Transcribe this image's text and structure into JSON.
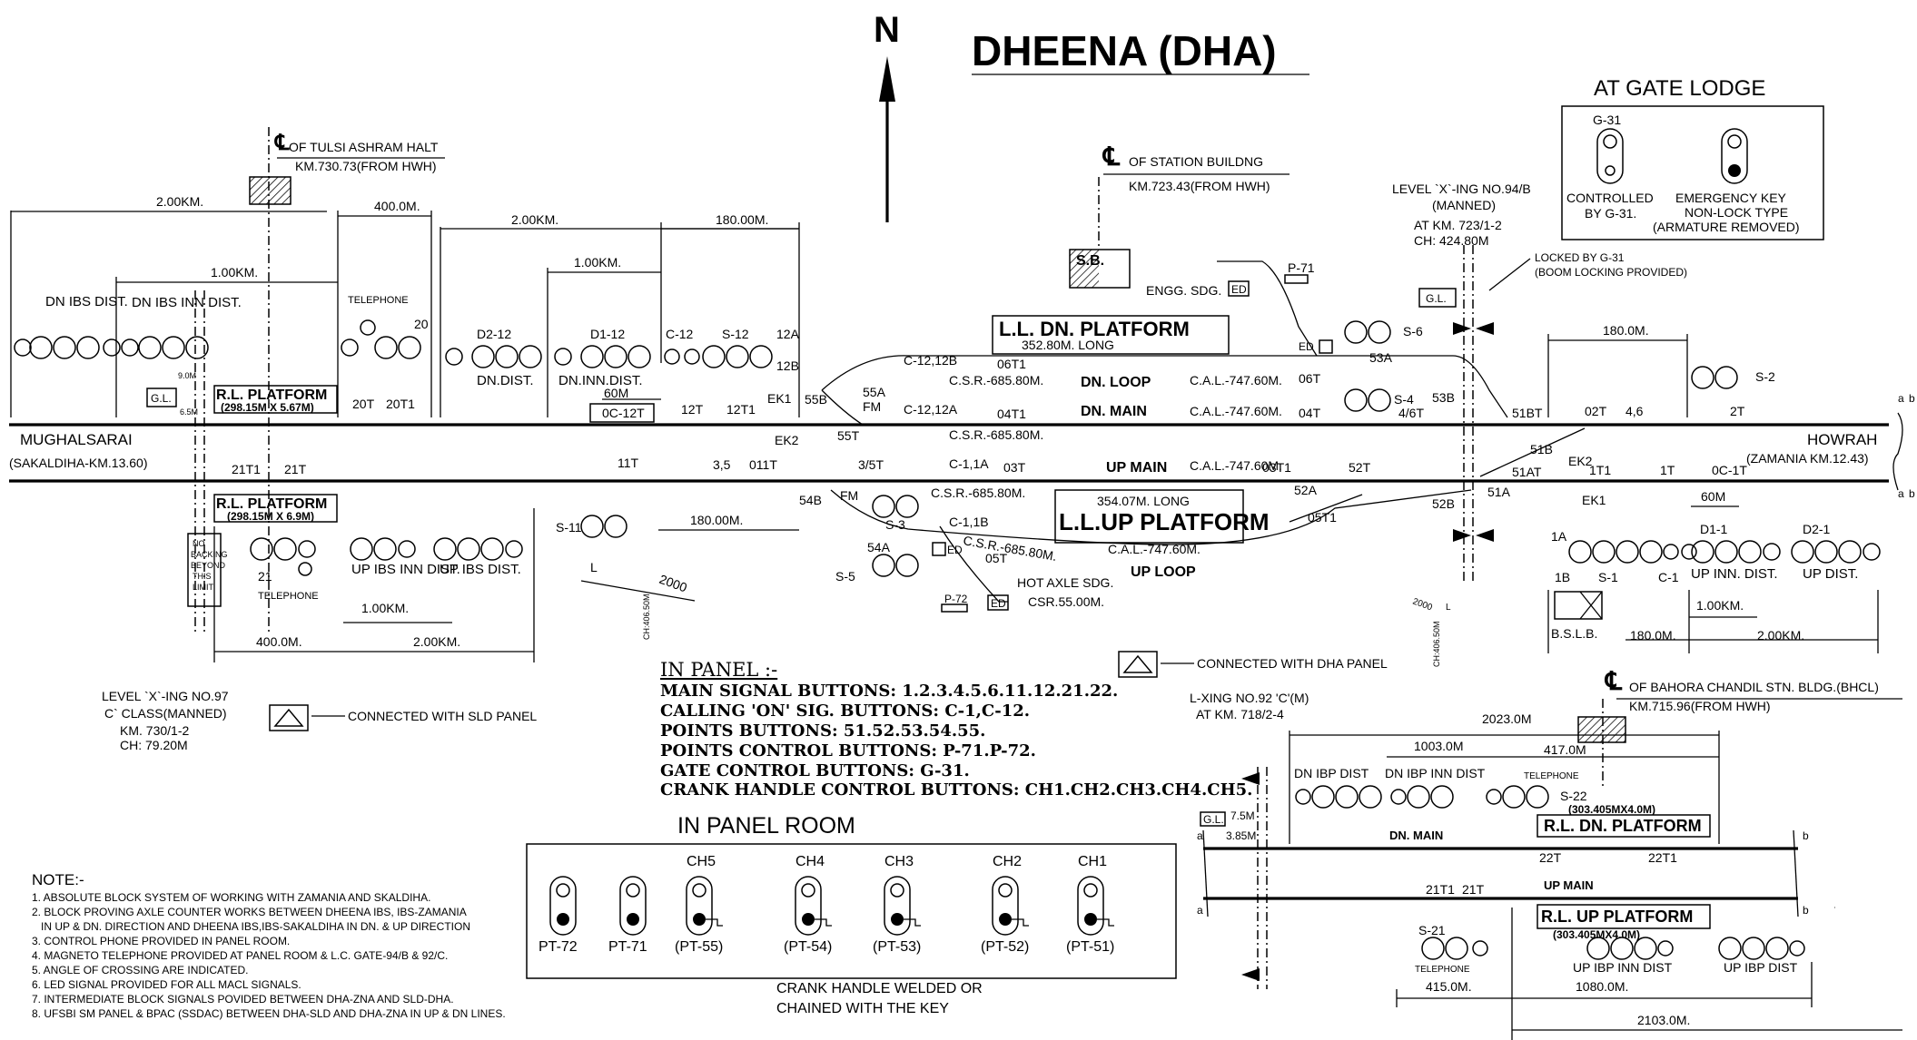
{
  "title": "DHEENA (DHA)",
  "north": "N",
  "ends": {
    "left_station": "MUGHALSARAI",
    "left_sub": "(SAKALDIHA-KM.13.60)",
    "right_station": "HOWRAH",
    "right_sub": "(ZAMANIA KM.12.43)"
  },
  "centre_lines": {
    "tulsi_name": "OF TULSI ASHRAM HALT",
    "tulsi_km": "KM.730.73(FROM HWH)",
    "station_name": "OF STATION BUILDNG",
    "station_km": "KM.723.43(FROM HWH)",
    "bahora_name": "OF BAHORA CHANDIL STN. BLDG.(BHCL)",
    "bahora_km": "KM.715.96(FROM HWH)"
  },
  "gate_lodge": {
    "heading": "AT GATE LODGE",
    "signal": "G-31",
    "left_caption_1": "CONTROLLED",
    "left_caption_2": "BY G-31.",
    "right_caption_1": "EMERGENCY KEY",
    "right_caption_2": "NON-LOCK TYPE",
    "right_caption_3": "(ARMATURE REMOVED)"
  },
  "level_crossings": {
    "lc94_1": "LEVEL `X`-ING NO.94/B",
    "lc94_2": "(MANNED)",
    "lc94_3": "AT KM. 723/1-2",
    "lc94_4": "CH: 424.80M",
    "locked_1": "LOCKED BY G-31",
    "locked_2": "(BOOM LOCKING PROVIDED)",
    "lc97_1": "LEVEL `X`-ING NO.97",
    "lc97_2": "C` CLASS(MANNED)",
    "lc97_3": "KM. 730/1-2",
    "lc97_4": "CH: 79.20M",
    "lc92_1": "L-XING NO.92 'C'(M)",
    "lc92_2": "AT KM. 718/2-4"
  },
  "connected": {
    "sld": "CONNECTED WITH SLD PANEL",
    "dha": "CONNECTED WITH DHA PANEL"
  },
  "platforms": {
    "ll_dn": "L.L. DN. PLATFORM",
    "ll_dn_len": "352.80M. LONG",
    "ll_up": "L.L.UP PLATFORM",
    "ll_up_len": "354.07M. LONG",
    "rl_top": "R.L. PLATFORM",
    "rl_top_dim": "(298.15M X 5.67M)",
    "rl_bot": "R.L. PLATFORM",
    "rl_bot_dim": "(298.15M X 6.9M)",
    "rl_dn_r": "R.L. DN. PLATFORM",
    "rl_dn_r_dim": "(303.405MX4.0M)",
    "rl_up_r": "R.L. UP PLATFORM",
    "rl_up_r_dim": "(303.405MX4.0M)"
  },
  "lines": {
    "dn_loop": "DN. LOOP",
    "dn_main": "DN. MAIN",
    "up_main": "UP MAIN",
    "up_loop": "UP LOOP",
    "cal": "C.A.L.-747.60M.",
    "csr": "C.S.R.-685.80M.",
    "engg": "ENGG. SDG.",
    "hot_axle": "HOT AXLE SDG.",
    "hot_axle_csr": "CSR.55.00M.",
    "dn_main_r": "DN. MAIN",
    "up_main_r": "UP MAIN"
  },
  "dims": {
    "d2km_a": "2.00KM.",
    "d400_a": "400.0M.",
    "d1km_a": "1.00KM.",
    "d2km_b": "2.00KM.",
    "d180_a": "180.00M.",
    "d1km_b": "1.00KM.",
    "d60_a": "60M",
    "d180_b": "180.00M.",
    "d1km_c": "1.00KM.",
    "d400_b": "400.0M.",
    "d2km_c": "2.00KM.",
    "d180_c": "180.0M.",
    "d60_b": "60M",
    "d180_d": "180.0M.",
    "d1km_d": "1.00KM.",
    "d2km_d": "2.00KM.",
    "d2023": "2023.0M",
    "d1003": "1003.0M",
    "d417": "417.0M",
    "d75": "7.5M",
    "d385": "3.85M",
    "d415": "415.0M.",
    "d1080": "1080.0M.",
    "d2103": "2103.0M.",
    "d90": "9.0M",
    "d65": "6.5M"
  },
  "distant_labels": {
    "dn_ibs_dist": "DN IBS DIST.",
    "dn_ibs_inn": "DN IBS INN DIST.",
    "dn_dist": "DN.DIST.",
    "dn_inn_dist": "DN.INN.DIST.",
    "up_ibs_inn": "UP IBS INN DIST.",
    "up_ibs_dist": "UP IBS DIST.",
    "up_inn_dist": "UP INN. DIST.",
    "up_dist": "UP DIST.",
    "dn_ibp_dist": "DN IBP DIST",
    "dn_ibp_inn": "DN IBP INN DIST",
    "up_ibp_inn": "UP IBP INN DIST",
    "up_ibp_dist": "UP IBP DIST",
    "telephone": "TELEPHONE",
    "bslb": "B.S.L.B.",
    "gl": "G.L.",
    "sb": "S.B.",
    "no_backing_1": "NO",
    "no_backing_2": "BACKING",
    "no_backing_3": "BEYOND",
    "no_backing_4": "THIS",
    "no_backing_5": "LIMIT"
  },
  "signals": {
    "d2_12": "D2-12",
    "d1_12": "D1-12",
    "c_12": "C-12",
    "s_12": "S-12",
    "s12a": "12A",
    "s12b": "12B",
    "s20": "20",
    "s21": "21",
    "s6": "S-6",
    "s4": "S-4",
    "s53a": "53A",
    "s53b": "53B",
    "s2": "S-2",
    "s11": "S-11",
    "s3": "S-3",
    "s5": "S-5",
    "s54a": "54A",
    "s1": "S-1",
    "c1": "C-1",
    "s1a": "1A",
    "s1b": "1B",
    "d1_1": "D1-1",
    "d2_1": "D2-1",
    "p71": "P-71",
    "p72": "P-72",
    "s22": "S-22",
    "s21r": "S-21",
    "ed": "ED"
  },
  "tracks": {
    "t20T": "20T",
    "t20T1": "20T1",
    "t0C12T": "0C-12T",
    "t12T": "12T",
    "t12T1": "12T1",
    "tEK1": "EK1",
    "tEK2": "EK2",
    "t55B": "55B",
    "t55A": "55A",
    "tFM": "FM",
    "t55T": "55T",
    "tC12B": "C-12,12B",
    "t06T1": "06T1",
    "tC12A": "C-12,12A",
    "t04T1": "04T1",
    "t06T": "06T",
    "t04T": "04T",
    "t46T": "4/6T",
    "t51BT": "51BT",
    "t02T": "02T",
    "t46": "4,6",
    "t2T": "2T",
    "t51B": "51B",
    "tEK2r": "EK2",
    "t1T1": "1T1",
    "t1T": "1T",
    "t0C1T": "0C-1T",
    "t51AT": "51AT",
    "t51A": "51A",
    "tEK1r": "EK1",
    "t21T1": "21T1",
    "t21T": "21T",
    "t11T": "11T",
    "t35": "3,5",
    "t011T": "011T",
    "t35T": "3/5T",
    "tC11A": "C-1,1A",
    "t03T": "03T",
    "t03T1": "03T1",
    "t52T": "52T",
    "t54B": "54B",
    "tFM2": "FM",
    "tC11B": "C-1,1B",
    "t05T": "05T",
    "t52A": "52A",
    "t05T1": "05T1",
    "t52B": "52B",
    "tCSR": "C.S.R.-685.80M.",
    "t22T": "22T",
    "t22T1": "22T1",
    "t21T1r": "21T1",
    "t21Tr": "21T",
    "tL": "L",
    "t2000": "2000",
    "tCH": "CH:406.50M"
  },
  "in_panel": {
    "heading": "IN PANEL :-",
    "lines": [
      "MAIN SIGNAL BUTTONS: 1.2.3.4.5.6.11.12.21.22.",
      "CALLING 'ON' SIG. BUTTONS: C-1,C-12.",
      "POINTS BUTTONS: 51.52.53.54.55.",
      "POINTS CONTROL BUTTONS: P-71.P-72.",
      "GATE CONTROL BUTTONS: G-31.",
      "CRANK HANDLE CONTROL BUTTONS: CH1.CH2.CH3.CH4.CH5."
    ]
  },
  "panel_room": {
    "heading": "IN PANEL ROOM",
    "instruments": [
      {
        "top": "",
        "bottom": "PT-72"
      },
      {
        "top": "",
        "bottom": "PT-71"
      },
      {
        "top": "CH5",
        "bottom": "(PT-55)"
      },
      {
        "top": "CH4",
        "bottom": "(PT-54)"
      },
      {
        "top": "CH3",
        "bottom": "(PT-53)"
      },
      {
        "top": "CH2",
        "bottom": "(PT-52)"
      },
      {
        "top": "CH1",
        "bottom": "(PT-51)"
      }
    ],
    "crank_1": "CRANK HANDLE WELDED OR",
    "crank_2": "CHAINED WITH THE KEY"
  },
  "notes": {
    "heading": "NOTE:-",
    "items": [
      "1. ABSOLUTE BLOCK SYSTEM OF WORKING WITH ZAMANIA AND SKALDIHA.",
      "2. BLOCK PROVING AXLE COUNTER WORKS BETWEEN DHEENA IBS, IBS-ZAMANIA",
      "   IN UP & DN. DIRECTION AND DHEENA IBS,IBS-SAKALDIHA IN DN. & UP DIRECTION",
      "3. CONTROL PHONE PROVIDED IN PANEL ROOM.",
      "4. MAGNETO TELEPHONE PROVIDED AT PANEL ROOM &  L.C. GATE-94/B & 92/C.",
      "5. ANGLE OF CROSSING ARE INDICATED.",
      "6. LED SIGNAL PROVIDED FOR ALL MACL SIGNALS.",
      "7. INTERMEDIATE BLOCK SIGNALS POVIDED BETWEEN DHA-ZNA AND SLD-DHA.",
      "8. UFSBI SM PANEL & BPAC (SSDAC) BETWEEN DHA-SLD AND DHA-ZNA IN UP & DN LINES."
    ]
  },
  "end_marks": {
    "a": "a",
    "b": "b"
  }
}
